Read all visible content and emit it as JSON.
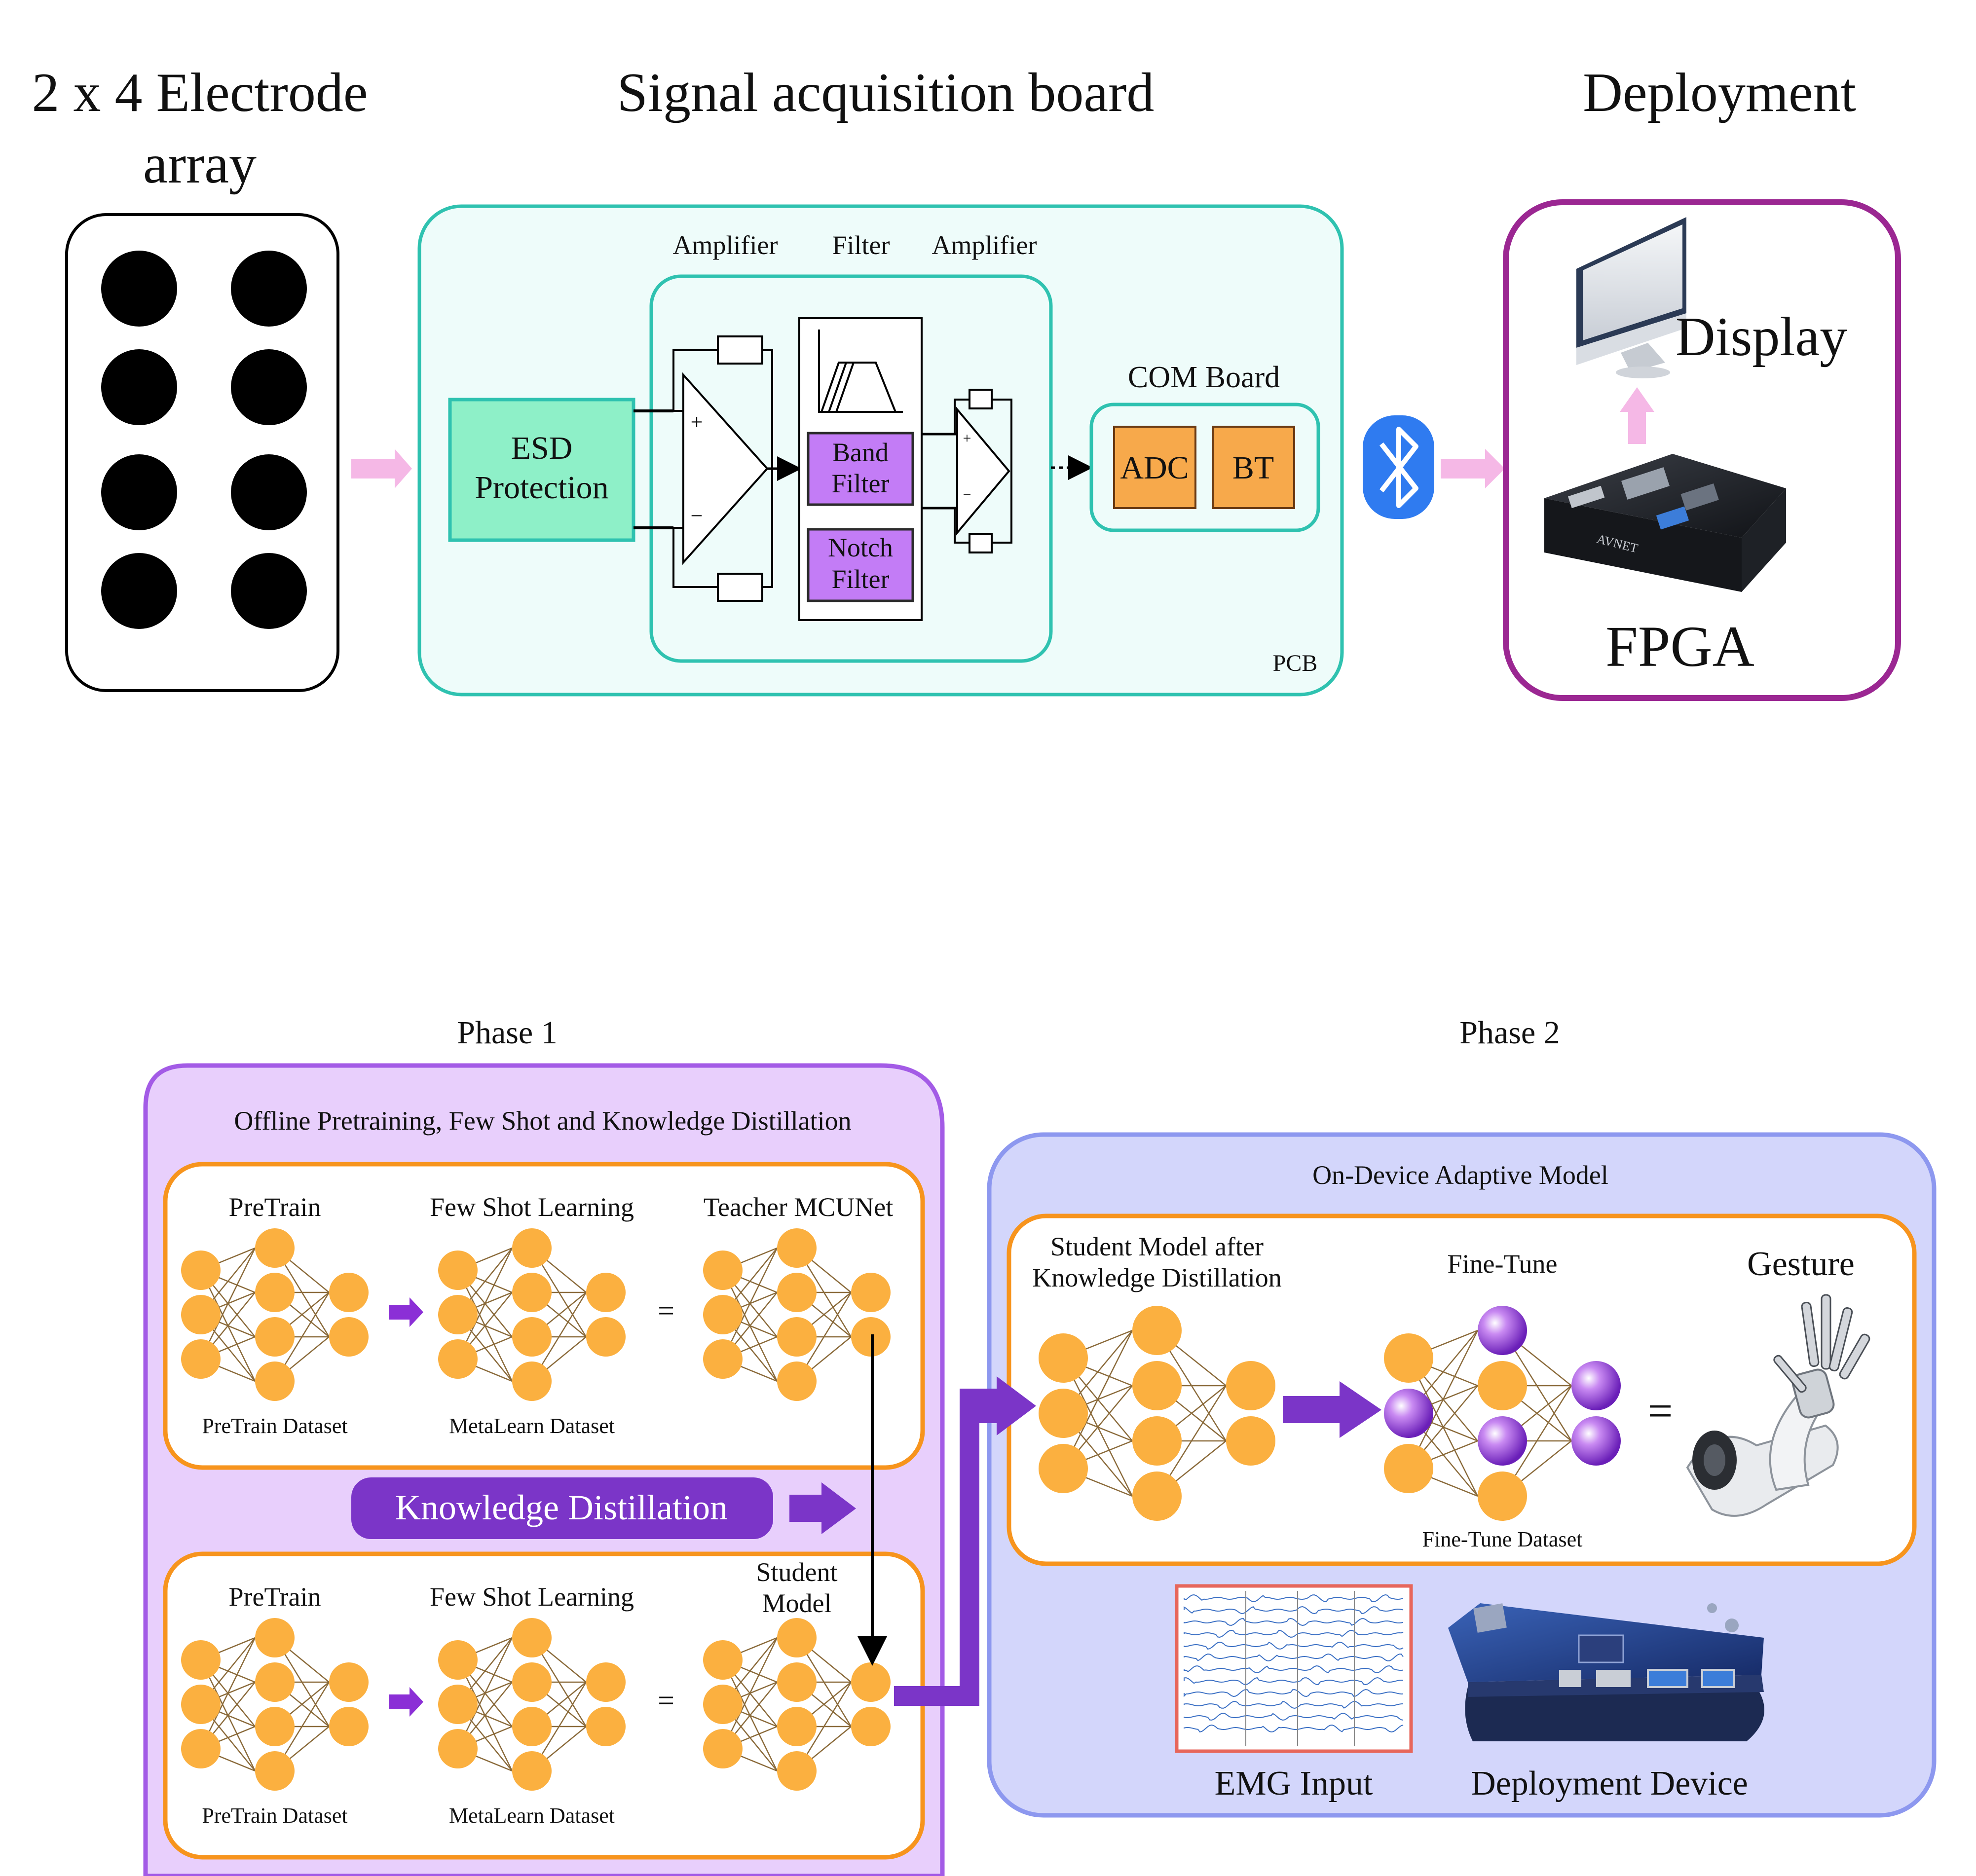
{
  "top": {
    "electrode_title": [
      "2 x 4 Electrode",
      "array"
    ],
    "signal_title": "Signal acquisition board",
    "deployment_title": "Deployment",
    "amp1_label": "Amplifier",
    "filter_label": "Filter",
    "amp2_label": "Amplifier",
    "esd": [
      "ESD",
      "Protection"
    ],
    "band_filter": [
      "Band",
      "Filter"
    ],
    "notch_filter": [
      "Notch",
      "Filter"
    ],
    "com_board": "COM Board",
    "adc": "ADC",
    "bt": "BT",
    "pcb": "PCB",
    "display": "Display",
    "fpga": "FPGA",
    "fpga_brand": "AVNET",
    "plus": "+",
    "minus": "−"
  },
  "phase1": {
    "title": "Phase 1",
    "subtitle": "Offline Pretraining, Few Shot and Knowledge Distillation",
    "row1": {
      "pretrain": "PreTrain",
      "fewshot": "Few Shot Learning",
      "teacher": "Teacher MCUNet",
      "pretrain_ds": "PreTrain Dataset",
      "metalearn_ds": "MetaLearn Dataset",
      "equals": "="
    },
    "kd": "Knowledge Distillation",
    "row2": {
      "pretrain": "PreTrain",
      "fewshot": "Few Shot Learning",
      "student": [
        "Student",
        "Model"
      ],
      "pretrain_ds": "PreTrain Dataset",
      "metalearn_ds": "MetaLearn Dataset",
      "equals": "="
    }
  },
  "phase2": {
    "title": "Phase 2",
    "subtitle": "On-Device Adaptive Model",
    "student_after": [
      "Student Model after",
      "Knowledge Distillation"
    ],
    "finetune": "Fine-Tune",
    "gesture": "Gesture",
    "finetune_ds": "Fine-Tune Dataset",
    "equals": "=",
    "emg": "EMG Input",
    "device": "Deployment Device"
  },
  "colors": {
    "node": "#fbb040",
    "purple_node": "#8b2fd6",
    "teal": "#2fc2b0",
    "esd_fill": "#8ef0c8",
    "filter_fill": "#c37cf6",
    "orange_box": "#f7a94b",
    "pink_arrow": "#f5b8e6",
    "deploy_border": "#9b2792",
    "phase1_bg": "#e8cffc",
    "phase1_border": "#a35be6",
    "phase2_bg": "#d3d6fb",
    "phase2_border": "#8d98ef",
    "kd_fill": "#7b35c8",
    "bluetooth": "#2f7bf0"
  },
  "icons": [
    "bluetooth-icon",
    "monitor-icon",
    "fpga-board-icon",
    "robotic-arm-icon",
    "emg-signal-icon",
    "deployment-device-icon"
  ]
}
